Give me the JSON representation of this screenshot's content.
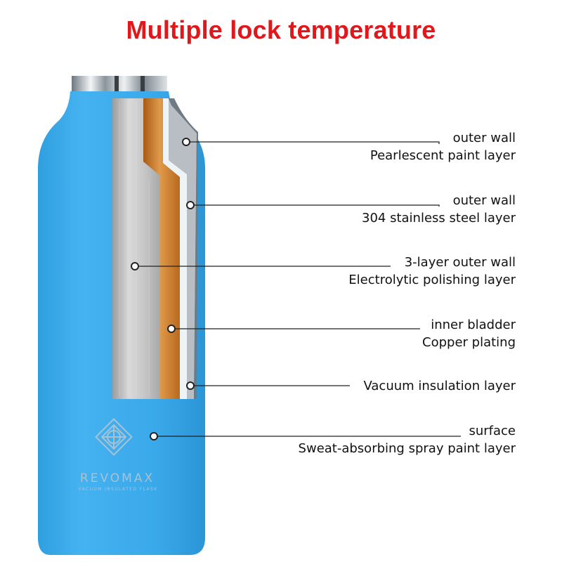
{
  "title": "Multiple lock temperature",
  "brand": {
    "name": "REVOMAX",
    "tagline": "VACUUM INSULATED FLASK"
  },
  "colors": {
    "title": "#e0181b",
    "bottle_body": "#3aa9ea",
    "inner_steel": "#c9c9c9",
    "copper": "#c8782a",
    "leader_line": "#222222"
  },
  "annotations": [
    {
      "line1": "outer wall",
      "line2": "Pearlescent paint layer"
    },
    {
      "line1": "outer wall",
      "line2": "304 stainless steel layer"
    },
    {
      "line1": "3-layer outer wall",
      "line2": "Electrolytic polishing layer"
    },
    {
      "line1": "inner bladder",
      "line2": "Copper plating"
    },
    {
      "line1": "Vacuum insulation layer",
      "line2": ""
    },
    {
      "line1": "surface",
      "line2": "Sweat-absorbing spray paint layer"
    }
  ]
}
